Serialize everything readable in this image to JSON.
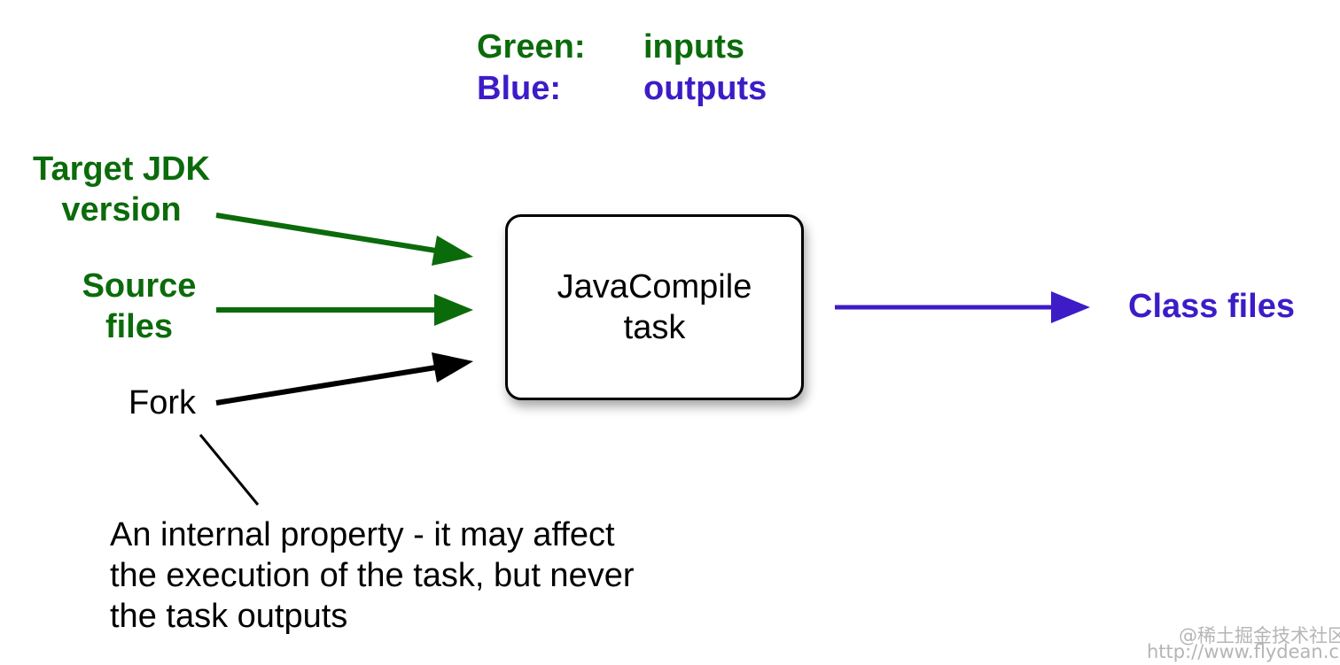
{
  "legend": {
    "green_key": "Green:",
    "green_value": "inputs",
    "blue_key": "Blue:",
    "blue_value": "outputs"
  },
  "inputs": {
    "target_jdk_line1": "Target JDK",
    "target_jdk_line2": "version",
    "source_line1": "Source",
    "source_line2": "files"
  },
  "internal": {
    "fork": "Fork",
    "note_line1": "An internal property - it may affect",
    "note_line2": "the execution of the task, but never",
    "note_line3": "the task outputs"
  },
  "task": {
    "line1": "JavaCompile",
    "line2": "task"
  },
  "outputs": {
    "class_files": "Class files"
  },
  "watermark": {
    "line1": "@稀土掘金技术社区",
    "line2": "http://www.flydean.com"
  },
  "colors": {
    "input_green": "#0b6b0b",
    "output_blue": "#3d1cc8",
    "internal_black": "#000000"
  }
}
